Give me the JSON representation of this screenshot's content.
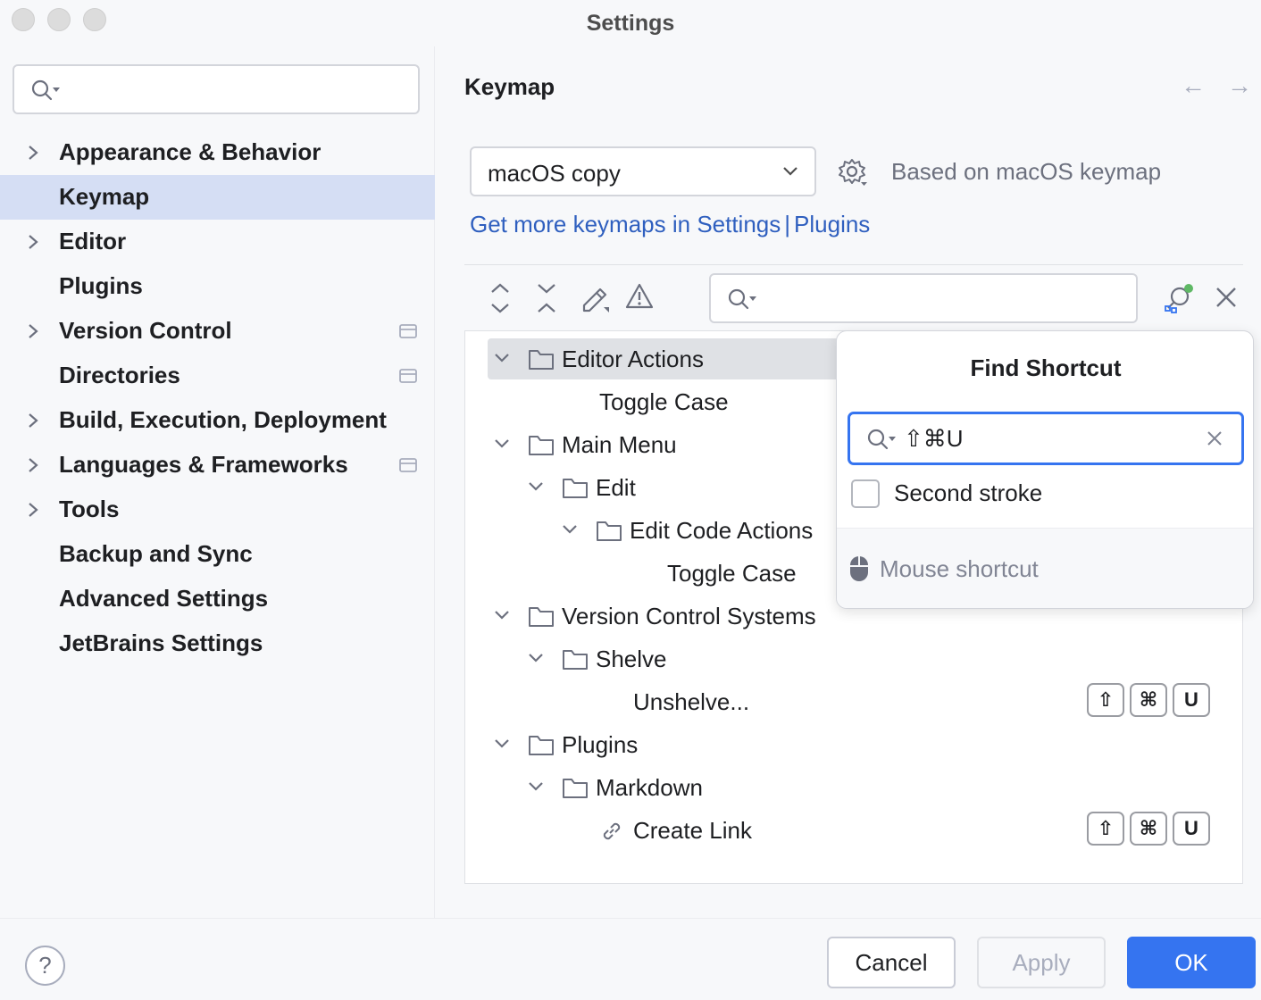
{
  "window": {
    "title": "Settings"
  },
  "sidebar": {
    "search_placeholder": "",
    "items": [
      {
        "label": "Appearance & Behavior",
        "expandable": true,
        "project_icon": false
      },
      {
        "label": "Keymap",
        "expandable": false,
        "selected": true,
        "project_icon": false
      },
      {
        "label": "Editor",
        "expandable": true,
        "project_icon": false
      },
      {
        "label": "Plugins",
        "expandable": false,
        "project_icon": false
      },
      {
        "label": "Version Control",
        "expandable": true,
        "project_icon": true
      },
      {
        "label": "Directories",
        "expandable": false,
        "project_icon": true
      },
      {
        "label": "Build, Execution, Deployment",
        "expandable": true,
        "project_icon": false
      },
      {
        "label": "Languages & Frameworks",
        "expandable": true,
        "project_icon": true
      },
      {
        "label": "Tools",
        "expandable": true,
        "project_icon": false
      },
      {
        "label": "Backup and Sync",
        "expandable": false,
        "project_icon": false
      },
      {
        "label": "Advanced Settings",
        "expandable": false,
        "project_icon": false
      },
      {
        "label": "JetBrains Settings",
        "expandable": false,
        "project_icon": false
      }
    ]
  },
  "main": {
    "title": "Keymap",
    "keymap_select": {
      "value": "macOS copy"
    },
    "based_on": "Based on macOS keymap",
    "link_part1": "Get more keymaps in Settings",
    "link_sep": "|",
    "link_part2": "Plugins",
    "tree_search_placeholder": "",
    "tree": [
      {
        "label": "Editor Actions",
        "type": "folder",
        "level": 0,
        "expanded": true,
        "selected": true
      },
      {
        "label": "Toggle Case",
        "type": "action",
        "level": 1
      },
      {
        "label": "Main Menu",
        "type": "folder",
        "level": 0,
        "expanded": true
      },
      {
        "label": "Edit",
        "type": "folder",
        "level": 1,
        "expanded": true
      },
      {
        "label": "Edit Code Actions",
        "type": "folder",
        "level": 2,
        "expanded": true
      },
      {
        "label": "Toggle Case",
        "type": "action",
        "level": 3
      },
      {
        "label": "Version Control Systems",
        "type": "folder",
        "level": 0,
        "expanded": true
      },
      {
        "label": "Shelve",
        "type": "folder",
        "level": 1,
        "expanded": true
      },
      {
        "label": "Unshelve...",
        "type": "action",
        "level": 2,
        "shortcut": [
          "⇧",
          "⌘",
          "U"
        ]
      },
      {
        "label": "Plugins",
        "type": "folder",
        "level": 0,
        "expanded": true
      },
      {
        "label": "Markdown",
        "type": "folder",
        "level": 1,
        "expanded": true
      },
      {
        "label": "Create Link",
        "type": "link-action",
        "level": 2,
        "shortcut": [
          "⇧",
          "⌘",
          "U"
        ]
      }
    ]
  },
  "find_shortcut": {
    "title": "Find Shortcut",
    "value": "⇧⌘U",
    "second_stroke_label": "Second stroke",
    "second_stroke_checked": false,
    "mouse_shortcut_label": "Mouse shortcut"
  },
  "footer": {
    "help_label": "?",
    "cancel_label": "Cancel",
    "apply_label": "Apply",
    "ok_label": "OK"
  },
  "colors": {
    "accent": "#3574f0",
    "link": "#2f5fbf",
    "selection": "#d5def4"
  }
}
